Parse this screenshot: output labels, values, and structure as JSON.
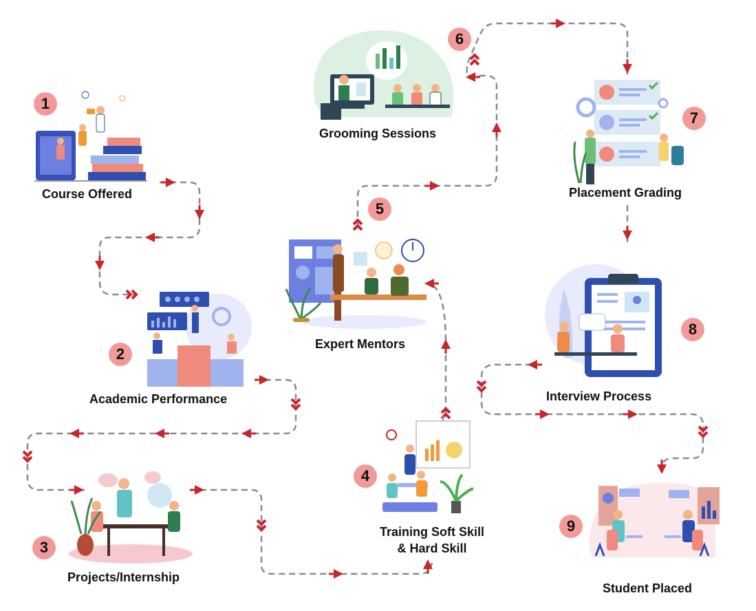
{
  "colors": {
    "path": "#8a8a8a",
    "arrow": "#c6262e",
    "badge": "#f29a9a",
    "label": "#111111",
    "illus_blue": "#2e4fb0",
    "illus_light_blue": "#9fb4ee",
    "illus_salmon": "#f08a7c",
    "illus_green": "#6bbf7a"
  },
  "steps": [
    {
      "number": "1",
      "label": "Course Offered",
      "icon": "books-ladder-icon"
    },
    {
      "number": "2",
      "label": "Academic Performance",
      "icon": "podium-charts-icon"
    },
    {
      "number": "3",
      "label": "Projects/Internship",
      "icon": "team-desk-icon"
    },
    {
      "number": "4",
      "label": "Training Soft Skill",
      "label_line2": "& Hard Skill",
      "icon": "presentation-board-icon"
    },
    {
      "number": "5",
      "label": "Expert Mentors",
      "icon": "mentor-meeting-icon"
    },
    {
      "number": "6",
      "label": "Grooming Sessions",
      "icon": "online-session-icon"
    },
    {
      "number": "7",
      "label": "Placement Grading",
      "icon": "profile-checklist-icon"
    },
    {
      "number": "8",
      "label": "Interview Process",
      "icon": "clipboard-interview-icon"
    },
    {
      "number": "9",
      "label": "Student Placed",
      "icon": "office-workers-icon"
    }
  ]
}
